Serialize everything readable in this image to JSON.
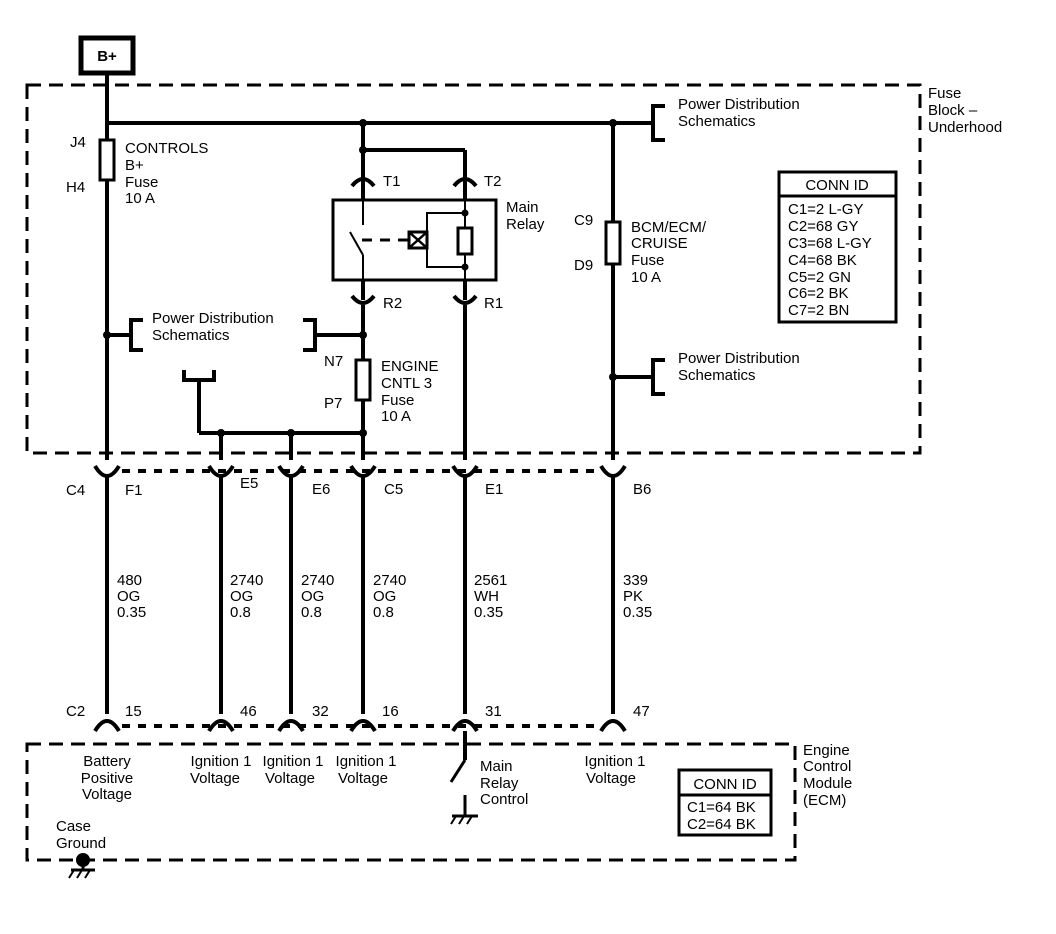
{
  "battery": {
    "label": "B+"
  },
  "fuse_block": {
    "title": [
      "Fuse",
      "Block –",
      "Underhood"
    ],
    "conn_id_title": "CONN ID",
    "conn_ids": [
      "C1=2 L-GY",
      "C2=68 GY",
      "C3=68 L-GY",
      "C4=68 BK",
      "C5=2 GN",
      "C6=2 BK",
      "C7=2 BN"
    ]
  },
  "fuses": {
    "controls": {
      "top_pin": "J4",
      "bottom_pin": "H4",
      "label": [
        "CONTROLS",
        "B+",
        "Fuse",
        "10 A"
      ]
    },
    "bcm": {
      "top_pin": "C9",
      "bottom_pin": "D9",
      "label": [
        "BCM/ECM/",
        "CRUISE",
        "Fuse",
        "10 A"
      ]
    },
    "engine": {
      "top_pin": "N7",
      "bottom_pin": "P7",
      "label": [
        "ENGINE",
        "CNTL 3",
        "Fuse",
        "10 A"
      ]
    }
  },
  "power_distribution": {
    "label": [
      "Power Distribution",
      "Schematics"
    ]
  },
  "relay": {
    "label": [
      "Main",
      "Relay"
    ],
    "pins": {
      "t1": "T1",
      "t2": "T2",
      "r1": "R1",
      "r2": "R2"
    }
  },
  "top_connectors": {
    "c4": "C4",
    "pins": [
      "F1",
      "E5",
      "E6",
      "C5",
      "E1",
      "B6"
    ]
  },
  "wires": [
    {
      "circuit": "480",
      "color": "OG",
      "gauge": "0.35"
    },
    {
      "circuit": "2740",
      "color": "OG",
      "gauge": "0.8"
    },
    {
      "circuit": "2740",
      "color": "OG",
      "gauge": "0.8"
    },
    {
      "circuit": "2740",
      "color": "OG",
      "gauge": "0.8"
    },
    {
      "circuit": "2561",
      "color": "WH",
      "gauge": "0.35"
    },
    {
      "circuit": "339",
      "color": "PK",
      "gauge": "0.35"
    }
  ],
  "bottom_connectors": {
    "c2": "C2",
    "pins": [
      "15",
      "46",
      "32",
      "16",
      "31",
      "47"
    ]
  },
  "ecm": {
    "title": [
      "Engine",
      "Control",
      "Module",
      "(ECM)"
    ],
    "conn_id_title": "CONN ID",
    "conn_ids": [
      "C1=64 BK",
      "C2=64 BK"
    ],
    "inputs": {
      "battery": [
        "Battery",
        "Positive",
        "Voltage"
      ],
      "ign_a": [
        "Ignition 1",
        "Voltage"
      ],
      "ign_b": [
        "Ignition 1",
        "Voltage"
      ],
      "ign_c": [
        "Ignition 1",
        "Voltage"
      ],
      "relay_control": [
        "Main",
        "Relay",
        "Control"
      ],
      "ign_d": [
        "Ignition 1",
        "Voltage"
      ]
    },
    "case_ground": [
      "Case",
      "Ground"
    ]
  }
}
